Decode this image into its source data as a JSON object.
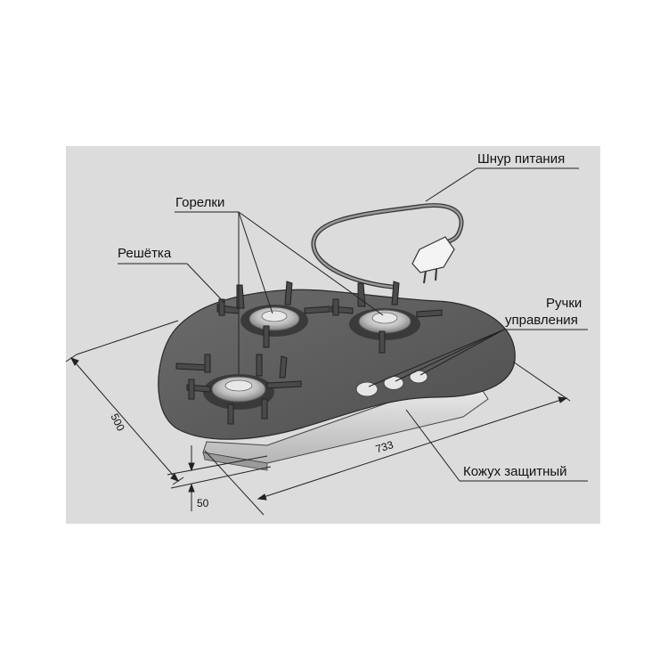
{
  "labels": {
    "cord": "Шнур питания",
    "burners": "Горелки",
    "grate": "Решётка",
    "knobs_line1": "Ручки",
    "knobs_line2": "управления",
    "casing": "Кожух защитный"
  },
  "dimensions": {
    "width": "733",
    "depth": "500",
    "height": "50"
  },
  "colors": {
    "background_panel": "#dcdcdc",
    "hob_surface": "#5e5e5e",
    "line": "#222222"
  }
}
